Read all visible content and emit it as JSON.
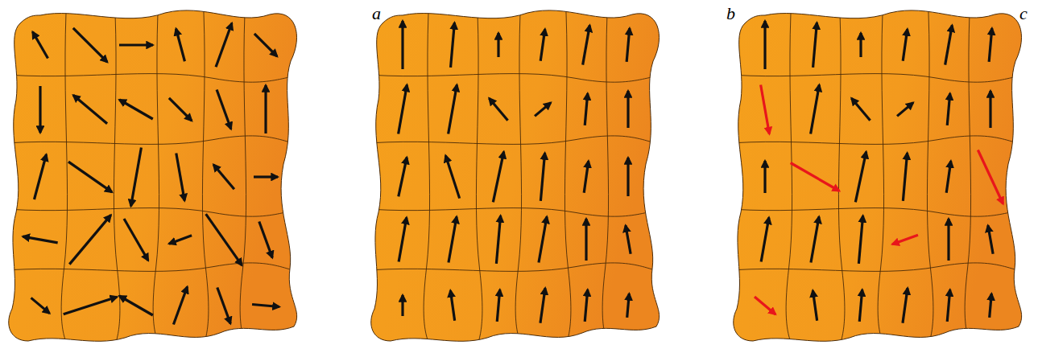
{
  "diagram": {
    "labels": [
      "a",
      "b",
      "c"
    ]
  }
}
